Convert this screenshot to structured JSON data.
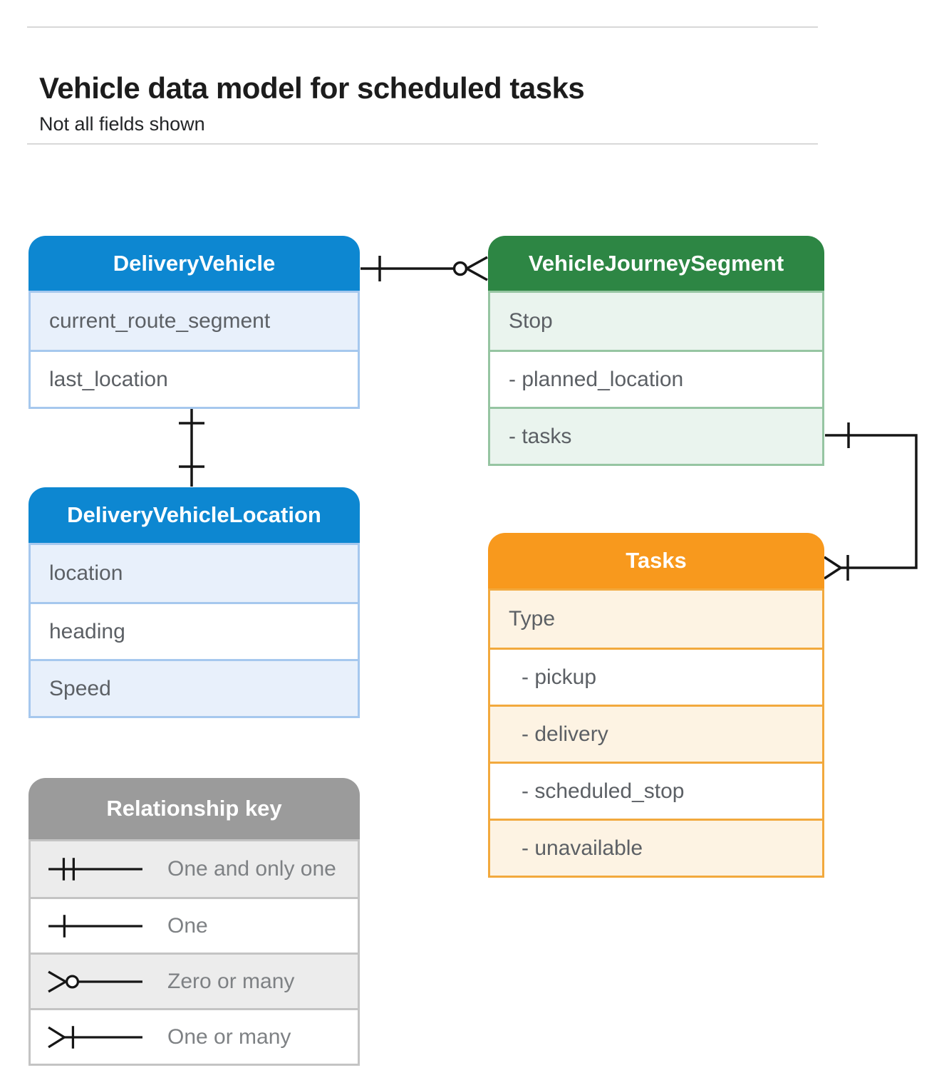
{
  "header": {
    "title": "Vehicle data model for scheduled tasks",
    "subtitle": "Not all fields shown"
  },
  "colors": {
    "blue": "#0d87d1",
    "blue_light": "#e8f0fb",
    "blue_border": "#a6c8ee",
    "green": "#2d8644",
    "green_light": "#eaf4ee",
    "green_border": "#96c5a2",
    "orange": "#f8991d",
    "orange_light": "#fdf3e3",
    "orange_border": "#f2a93d",
    "gray": "#9b9b9b",
    "gray_light": "#ececec",
    "gray_border": "#c4c4c4",
    "line": "#161616",
    "row_text": "#5c6065"
  },
  "entities": {
    "delivery_vehicle": {
      "name": "DeliveryVehicle",
      "fields": [
        "current_route_segment",
        "last_location"
      ]
    },
    "vehicle_journey_segment": {
      "name": "VehicleJourneySegment",
      "fields": [
        "Stop",
        "- planned_location",
        "- tasks"
      ]
    },
    "delivery_vehicle_location": {
      "name": "DeliveryVehicleLocation",
      "fields": [
        "location",
        "heading",
        "Speed"
      ]
    },
    "tasks": {
      "name": "Tasks",
      "fields": [
        "Type",
        "- pickup",
        "- delivery",
        "- scheduled_stop",
        "- unavailable"
      ]
    }
  },
  "relationships": [
    {
      "from": "DeliveryVehicle",
      "to": "VehicleJourneySegment",
      "from_cardinality": "one",
      "to_cardinality": "zero-or-many"
    },
    {
      "from": "DeliveryVehicle",
      "to": "DeliveryVehicleLocation",
      "from_cardinality": "one",
      "to_cardinality": "one"
    },
    {
      "from": "VehicleJourneySegment.tasks",
      "to": "Tasks",
      "from_cardinality": "one",
      "to_cardinality": "one-or-many"
    }
  ],
  "legend": {
    "title": "Relationship key",
    "items": [
      {
        "symbol": "one-and-only-one",
        "label": "One and only one"
      },
      {
        "symbol": "one",
        "label": "One"
      },
      {
        "symbol": "zero-or-many",
        "label": "Zero or many"
      },
      {
        "symbol": "one-or-many",
        "label": "One or many"
      }
    ]
  }
}
